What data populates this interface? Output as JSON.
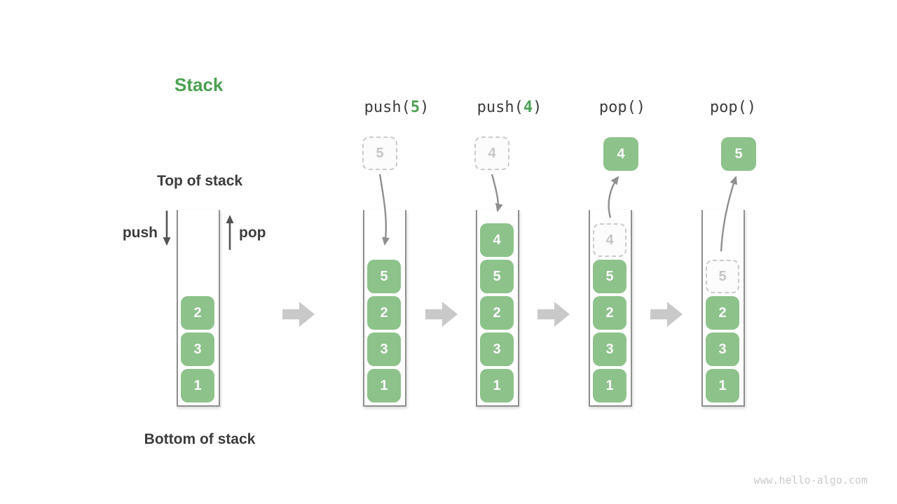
{
  "title": "Stack",
  "labels": {
    "top": "Top of stack",
    "bottom": "Bottom of stack",
    "push": "push",
    "pop": "pop"
  },
  "watermark": "www.hello-algo.com",
  "colors": {
    "green_fill": "#8DC28B",
    "green_text": "#4CA052",
    "dark_text": "#3C3C3C",
    "pushpop_arrow": "#545454",
    "curve_arrow": "#8F8F8F",
    "block_arrow": "#C9C9C9",
    "ghost_border": "#CBCBCB",
    "ghost_fill": "#FCFCFC",
    "ghost_text": "#C6C6C6",
    "tube_border": "#8F8F8F",
    "block_text": "#FAFAFA",
    "watermark_color": "#CACACA"
  },
  "initial_stack": [
    "2",
    "3",
    "1"
  ],
  "steps": [
    {
      "label": {
        "prefix": "push(",
        "arg": "5",
        "suffix": ")"
      },
      "floating_box": {
        "value": "5",
        "variant": "dashed"
      },
      "arrow_direction": "down",
      "stack": [
        {
          "value": "5"
        },
        {
          "value": "2"
        },
        {
          "value": "3"
        },
        {
          "value": "1"
        }
      ]
    },
    {
      "label": {
        "prefix": "push(",
        "arg": "4",
        "suffix": ")"
      },
      "floating_box": {
        "value": "4",
        "variant": "dashed"
      },
      "arrow_direction": "down",
      "stack": [
        {
          "value": "4"
        },
        {
          "value": "5"
        },
        {
          "value": "2"
        },
        {
          "value": "3"
        },
        {
          "value": "1"
        }
      ]
    },
    {
      "label": {
        "prefix": "pop(",
        "arg": "",
        "suffix": ")"
      },
      "floating_box": {
        "value": "4",
        "variant": "solid"
      },
      "arrow_direction": "up",
      "stack": [
        {
          "value": "4",
          "variant": "dashed"
        },
        {
          "value": "5"
        },
        {
          "value": "2"
        },
        {
          "value": "3"
        },
        {
          "value": "1"
        }
      ]
    },
    {
      "label": {
        "prefix": "pop(",
        "arg": "",
        "suffix": ")"
      },
      "floating_box": {
        "value": "5",
        "variant": "solid"
      },
      "arrow_direction": "up",
      "stack": [
        {
          "value": "5",
          "variant": "dashed"
        },
        {
          "value": "2"
        },
        {
          "value": "3"
        },
        {
          "value": "1"
        }
      ]
    }
  ]
}
